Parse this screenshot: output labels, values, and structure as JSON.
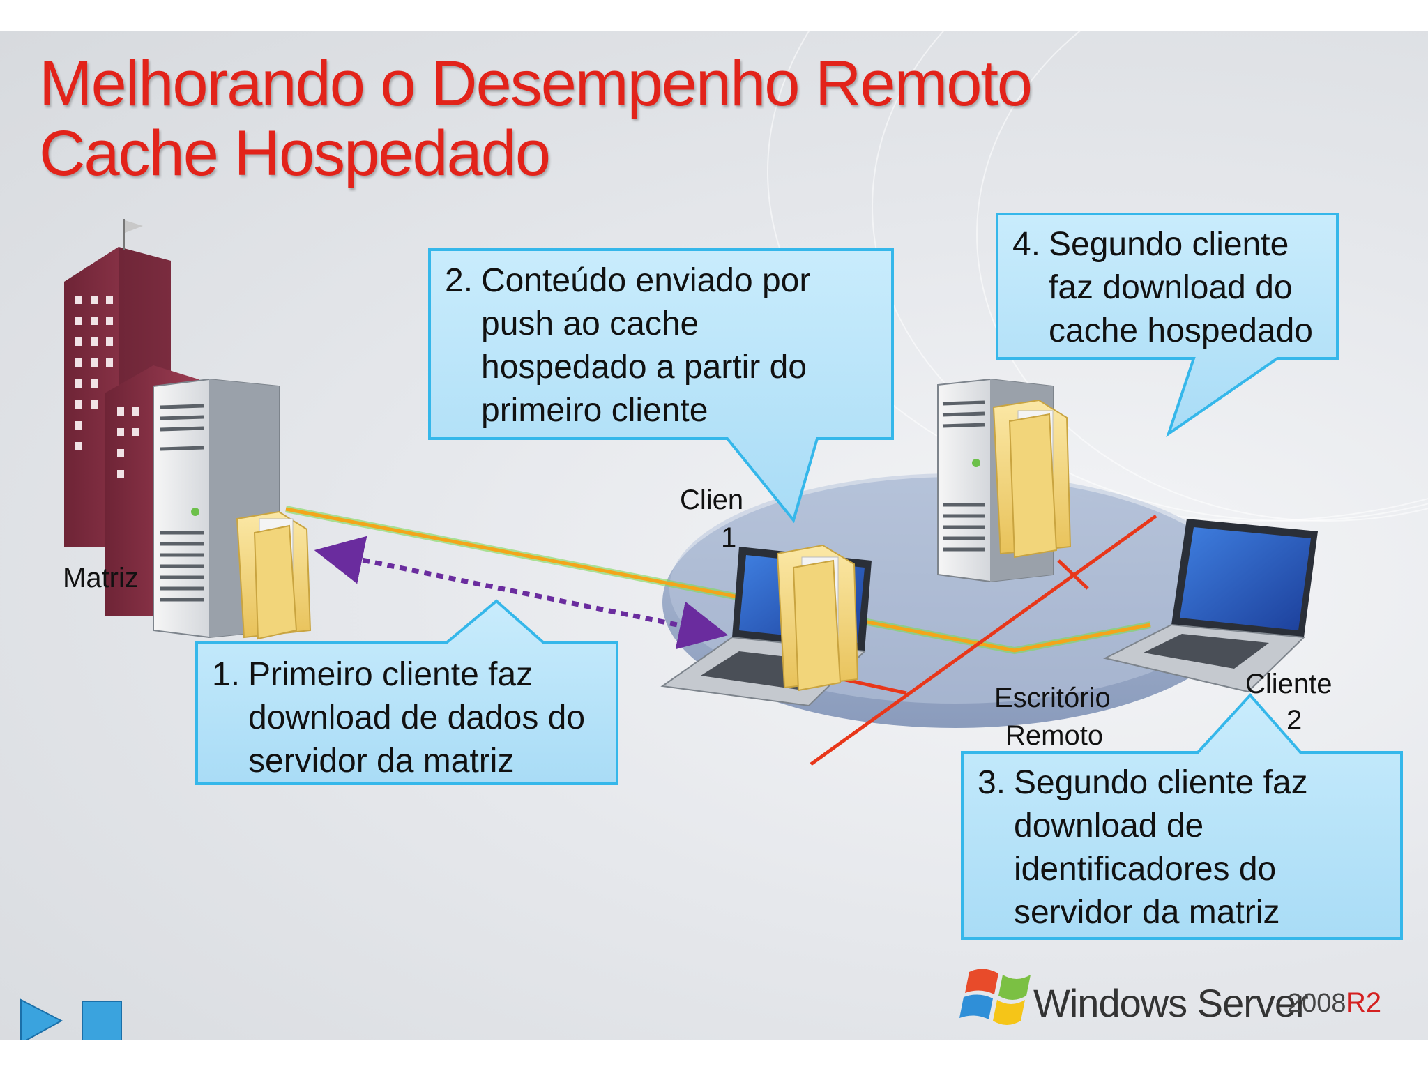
{
  "title": {
    "line1": "Melhorando o Desempenho Remoto",
    "line2": "Cache Hospedado"
  },
  "labels": {
    "matriz": "Matriz",
    "cliente1_a": "Clien",
    "cliente1_b": "1",
    "cliente2_a": "Cliente",
    "cliente2_b": "2",
    "escritorio_a": "Escritório",
    "escritorio_b": "Remoto"
  },
  "callouts": [
    {
      "num": "1.",
      "lines": [
        "Primeiro cliente faz",
        "download de dados do",
        "servidor da matriz"
      ]
    },
    {
      "num": "2.",
      "lines": [
        "Conteúdo enviado por",
        "push ao cache",
        "hospedado a partir do",
        "primeiro cliente"
      ]
    },
    {
      "num": "3.",
      "lines": [
        "Segundo cliente faz",
        "download de",
        "identificadores do",
        "servidor da matriz"
      ]
    },
    {
      "num": "4.",
      "lines": [
        "Segundo cliente",
        "faz download do",
        "cache hospedado"
      ]
    }
  ],
  "logo": {
    "brand": "Windows Server",
    "version": "2008",
    "release": "R2"
  },
  "colors": {
    "title": "#e2231a",
    "callout_fill": "#bfe6fa",
    "callout_border": "#35b7ea",
    "arrow": "#6a2c9e",
    "link": "#f3a51b",
    "network": "#e8371a"
  }
}
